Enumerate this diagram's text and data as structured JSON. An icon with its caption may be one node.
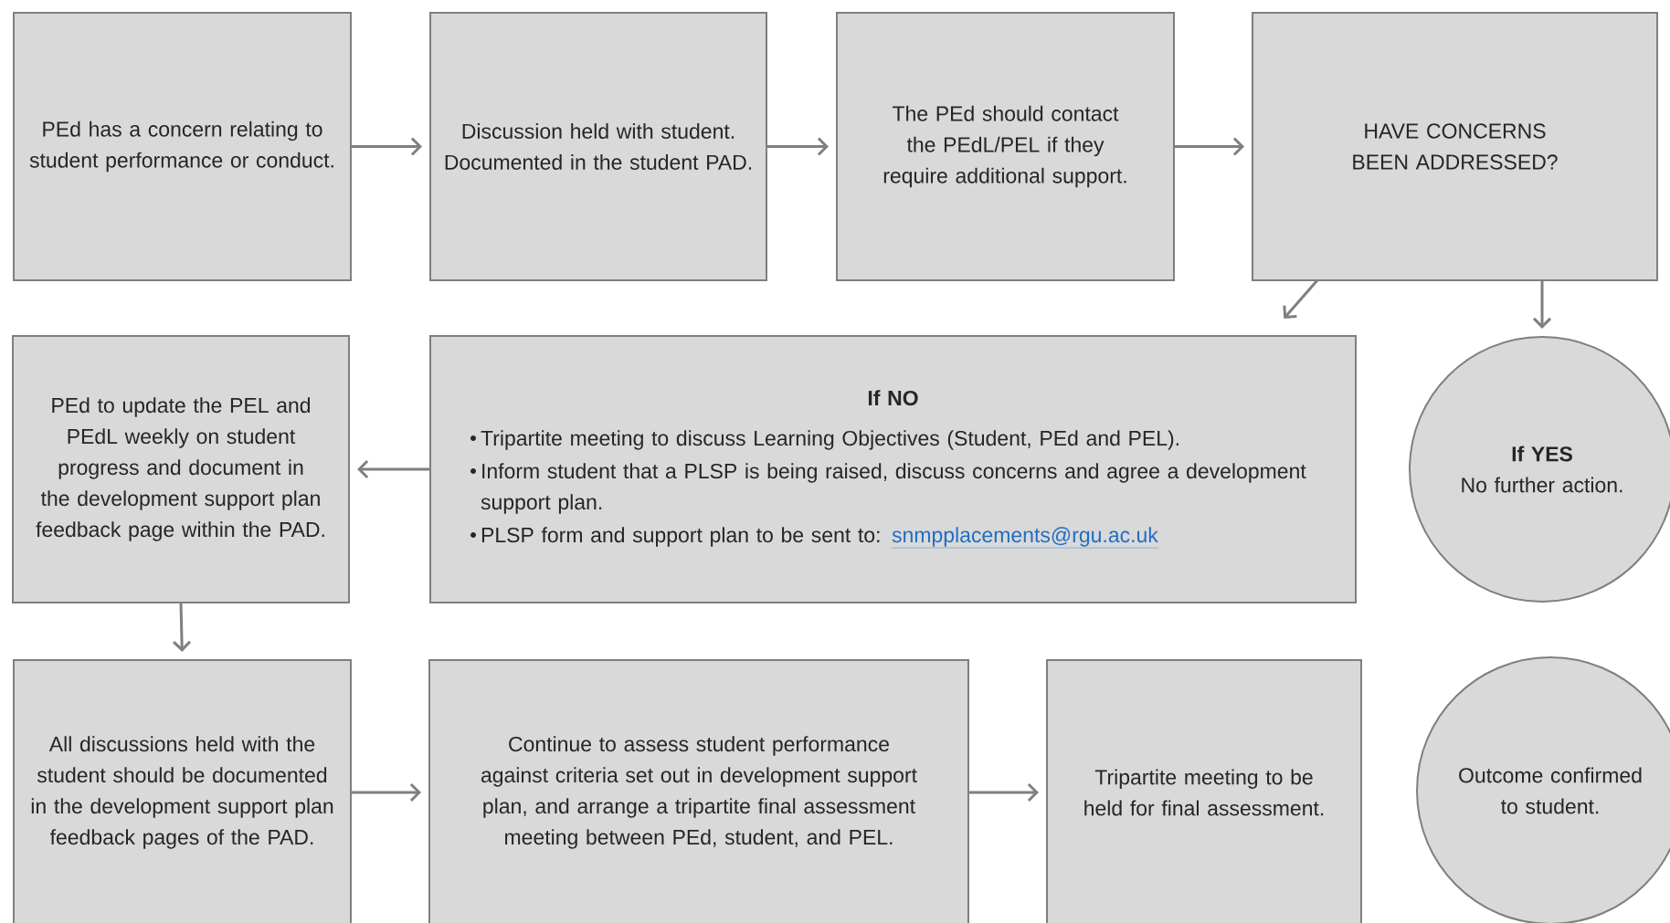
{
  "diagram": {
    "nodes": [
      {
        "text": [
          "PEd has a concern relating to student performance or conduct."
        ]
      },
      {
        "text": [
          "Discussion held with student. Documented in the student PAD."
        ]
      },
      {
        "text": [
          "The PEd should contact the PEdL/PEL if they require additional support."
        ]
      },
      {
        "text": [
          "HAVE CONCERNS BEEN ADDRESSED?"
        ]
      },
      {
        "text": [
          "PEd to update the PEL and PEdL weekly on student progress and document in the development support plan feedback page within the PAD."
        ]
      },
      {
        "text": [
          "If NO",
          "Tripartite meeting to discuss Learning Objectives (Student, PEd and PEL).",
          "Inform student that a PLSP is being raised, discuss concerns and agree a development support plan.",
          "PLSP form and support plan to be sent to:",
          "snmpplacements@rgu.ac.uk"
        ]
      },
      {
        "text": [
          "If YES",
          "No further action."
        ]
      },
      {
        "text": [
          "All discussions held with the student should be documented in the development support plan feedback pages of the PAD."
        ]
      },
      {
        "text": [
          "Continue to assess student performance against criteria set out in development support plan, and arrange a tripartite final assessment meeting between PEd, student, and PEL."
        ]
      },
      {
        "text": [
          "Tripartite meeting to be held for final assessment."
        ]
      },
      {
        "text": [
          "Outcome confirmed to student."
        ]
      }
    ],
    "edges": [
      {
        "from": 0,
        "to": 1,
        "arrow": "to"
      },
      {
        "from": 1,
        "to": 2,
        "arrow": "to"
      },
      {
        "from": 2,
        "to": 3,
        "arrow": "to"
      },
      {
        "from": 3,
        "to": 5,
        "arrow": "to"
      },
      {
        "from": 3,
        "to": 6,
        "arrow": "to"
      },
      {
        "from": 5,
        "to": 4,
        "arrow": "to"
      },
      {
        "from": 4,
        "to": 7,
        "arrow": "to"
      },
      {
        "from": 7,
        "to": 8,
        "arrow": "to"
      },
      {
        "from": 8,
        "to": 9,
        "arrow": "to"
      }
    ]
  }
}
